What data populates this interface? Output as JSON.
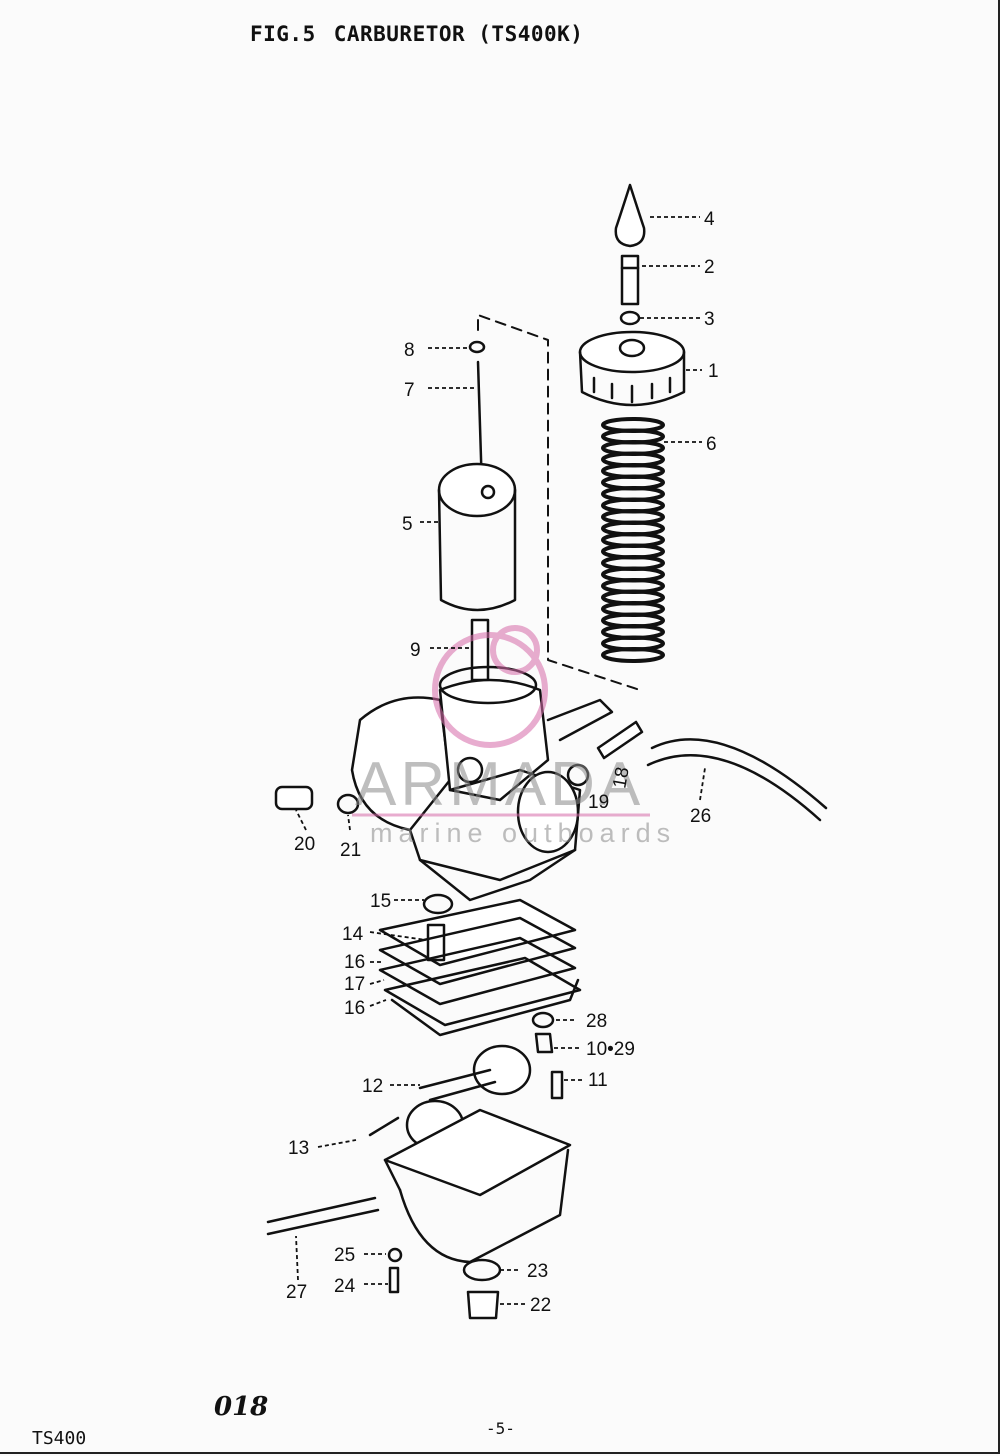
{
  "header": {
    "fig": "FIG.5",
    "title": "CARBURETOR (TS400K)"
  },
  "watermark": {
    "brand": "ARMADA",
    "tagline": "marine outboards",
    "color": "#d66aa8"
  },
  "callouts": [
    "4",
    "2",
    "3",
    "1",
    "6",
    "8",
    "7",
    "5",
    "9",
    "18",
    "19",
    "26",
    "20",
    "21",
    "15",
    "14",
    "16",
    "17",
    "16",
    "28",
    "10•29",
    "11",
    "12",
    "13",
    "25",
    "24",
    "23",
    "22",
    "27"
  ],
  "footer": {
    "model": "TS400",
    "page": "-5-",
    "code": "018"
  }
}
